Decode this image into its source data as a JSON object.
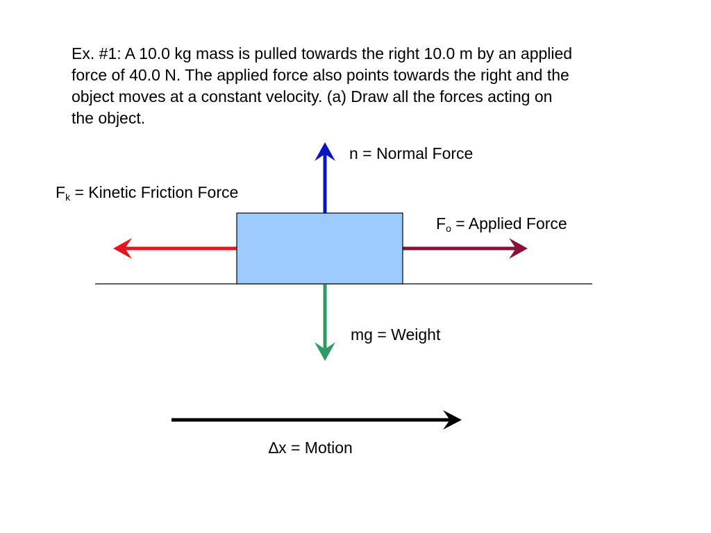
{
  "problem": {
    "lines": [
      "Ex. #1:  A 10.0 kg mass is pulled towards the right 10.0 m by an applied",
      "force of 40.0 N.  The applied force also points towards the right and the",
      "object moves at a constant velocity.  (a) Draw all the forces acting on",
      "the object."
    ]
  },
  "forces": {
    "normal": {
      "label": "n = Normal Force",
      "color": "#0b14c4"
    },
    "friction": {
      "symbol": "F",
      "subscript": "k",
      "text": " = Kinetic Friction Force",
      "color": "#e8141e"
    },
    "applied": {
      "symbol": "F",
      "subscript": "o",
      "text": " = Applied Force",
      "color": "#8b0f3c"
    },
    "weight": {
      "label": "mg = Weight",
      "color": "#2e9a64"
    }
  },
  "motion": {
    "label": "∆x = Motion",
    "color": "#000000"
  },
  "block": {
    "color": "#9ecbff"
  }
}
